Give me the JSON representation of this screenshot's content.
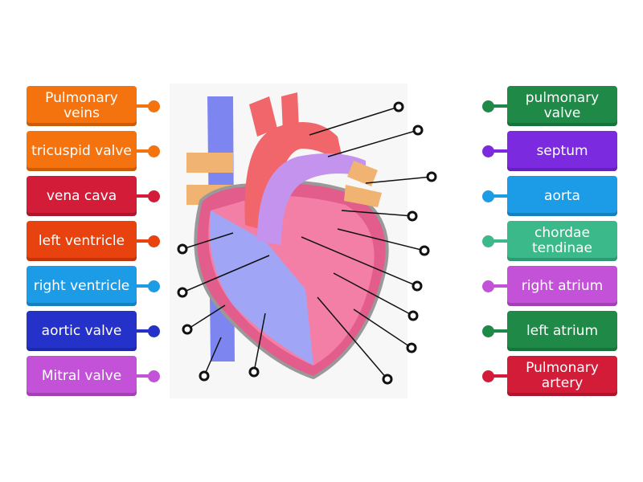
{
  "left_labels": [
    {
      "text": "Pulmonary veins",
      "color": "#f5730f"
    },
    {
      "text": "tricuspid valve",
      "color": "#f5730f"
    },
    {
      "text": "vena cava",
      "color": "#d21c38"
    },
    {
      "text": "left ventricle",
      "color": "#e8430e"
    },
    {
      "text": "right ventricle",
      "color": "#1c9be6"
    },
    {
      "text": "aortic valve",
      "color": "#2532c9"
    },
    {
      "text": "Mitral valve",
      "color": "#c452d8"
    }
  ],
  "right_labels": [
    {
      "text": "pulmonary valve",
      "color": "#1f8a48"
    },
    {
      "text": "septum",
      "color": "#7b2ae0"
    },
    {
      "text": "aorta",
      "color": "#1c9be6"
    },
    {
      "text": "chordae tendinae",
      "color": "#3bb98a"
    },
    {
      "text": "right atrium",
      "color": "#c452d8"
    },
    {
      "text": "left atrium",
      "color": "#1f8a48"
    },
    {
      "text": "Pulmonary artery",
      "color": "#d21c38"
    }
  ]
}
